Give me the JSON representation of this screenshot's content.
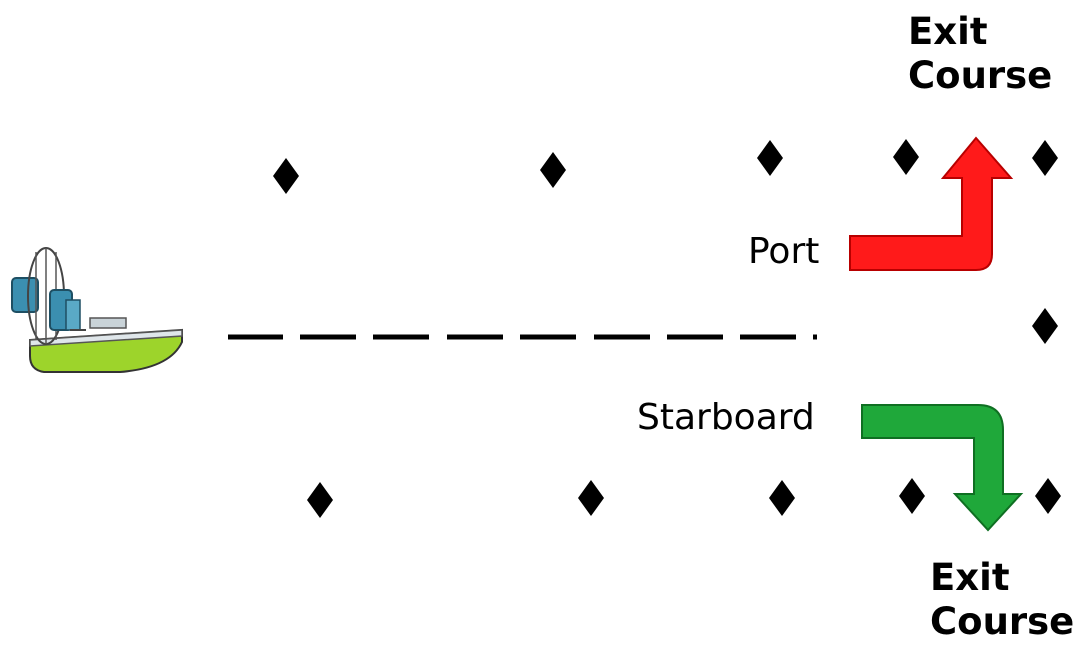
{
  "exit_top": {
    "line1": "Exit",
    "line2": "Course"
  },
  "exit_bottom": {
    "line1": "Exit",
    "line2": "Course"
  },
  "labels": {
    "port": "Port",
    "starboard": "Starboard"
  },
  "icons": {
    "buoy": "diamond-marker-icon",
    "boat": "airboat-icon",
    "port_arrow": "turn-arrow-up-icon",
    "starboard_arrow": "turn-arrow-down-icon"
  },
  "colors": {
    "port": "#ff1a1a",
    "starboard": "#1fa83a",
    "marker": "#000000",
    "boat_hull": "#9dd42b",
    "boat_engine": "#3b8fb0"
  }
}
